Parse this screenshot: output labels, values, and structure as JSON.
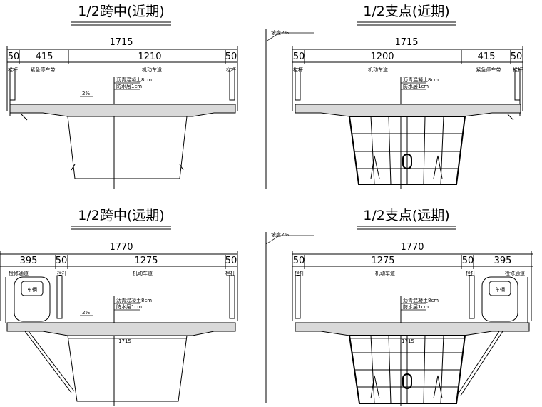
{
  "panels": {
    "tl": {
      "title": "1/2跨中(近期)",
      "total": "1715",
      "seg_left": "50",
      "seg_mid1": "415",
      "seg_mid2": "1210",
      "seg_right": "50",
      "lbl_rail_l": "栏杆",
      "lbl_lane_a": "紧急停车带",
      "lbl_lane_b": "机动车道",
      "lbl_rail_r": "栏杆",
      "pave1": "沥青混凝土8cm",
      "pave2": "防水层1cm",
      "slope": "2%"
    },
    "tr": {
      "title": "1/2支点(近期)",
      "side_note": "坡度2%",
      "total": "1715",
      "seg_left": "50",
      "seg_mid1": "1200",
      "seg_mid2": "415",
      "seg_right": "50",
      "lbl_rail_l": "栏杆",
      "lbl_lane_a": "机动车道",
      "lbl_lane_b": "紧急停车带",
      "lbl_rail_r": "栏杆",
      "pave1": "沥青混凝土8cm",
      "pave2": "防水层1cm"
    },
    "bl": {
      "title": "1/2跨中(远期)",
      "total": "1770",
      "seg_a": "395",
      "seg_b": "50",
      "seg_c": "1275",
      "seg_d": "50",
      "lbl_rail_a": "检修通道",
      "lbl_rail_b": "栏杆",
      "lbl_lane": "机动车道",
      "lbl_rail_c": "栏杆",
      "lbl_vehicle": "车辆",
      "pave1": "沥青混凝土8cm",
      "pave2": "防水层1cm",
      "bottom_dim": "1715",
      "slope": "2%"
    },
    "br": {
      "title": "1/2支点(远期)",
      "side_note": "坡度2%",
      "total": "1770",
      "seg_a": "50",
      "seg_b": "1275",
      "seg_c": "50",
      "seg_d": "395",
      "lbl_rail_a": "栏杆",
      "lbl_lane": "机动车道",
      "lbl_rail_b": "栏杆",
      "lbl_rail_c": "检修通道",
      "lbl_vehicle": "车辆",
      "pave1": "沥青混凝土8cm",
      "pave2": "防水层1cm",
      "bottom_dim": "1715"
    }
  }
}
